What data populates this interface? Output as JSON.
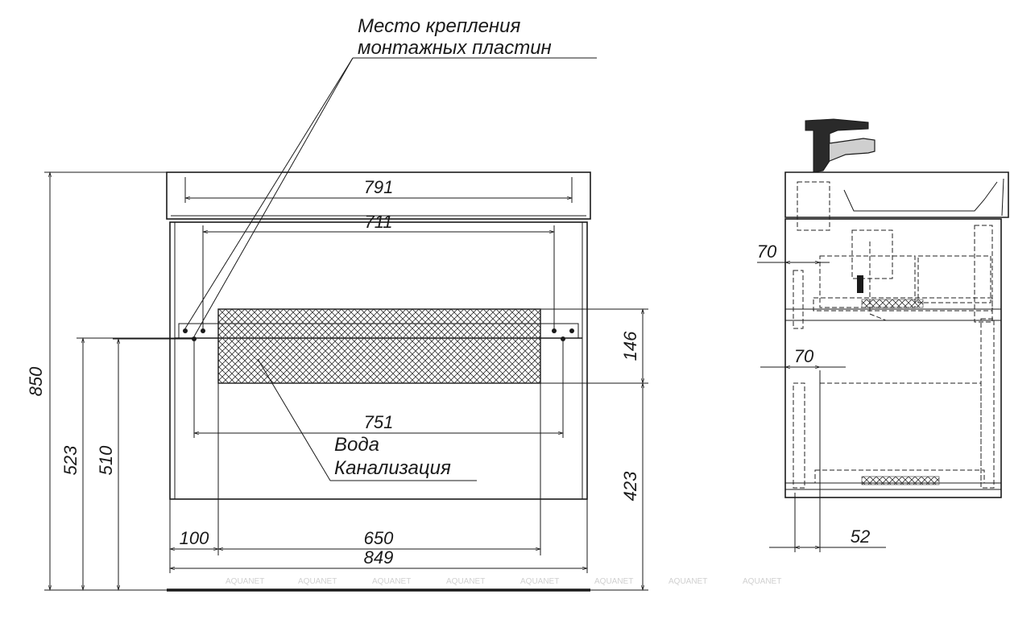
{
  "labels": {
    "mount_title_line1": "Место крепления",
    "mount_title_line2": "монтажных пластин",
    "water": "Вода",
    "sewer": "Канализация"
  },
  "front_dimensions": {
    "d791": "791",
    "d711": "711",
    "d146": "146",
    "d751": "751",
    "d423": "423",
    "d850": "850",
    "d523": "523",
    "d510": "510",
    "d100": "100",
    "d650": "650",
    "d849": "849"
  },
  "side_dimensions": {
    "d70_top": "70",
    "d70_mid": "70",
    "d52": "52"
  },
  "watermark": {
    "text": "AQUANET",
    "repeat": 8
  }
}
